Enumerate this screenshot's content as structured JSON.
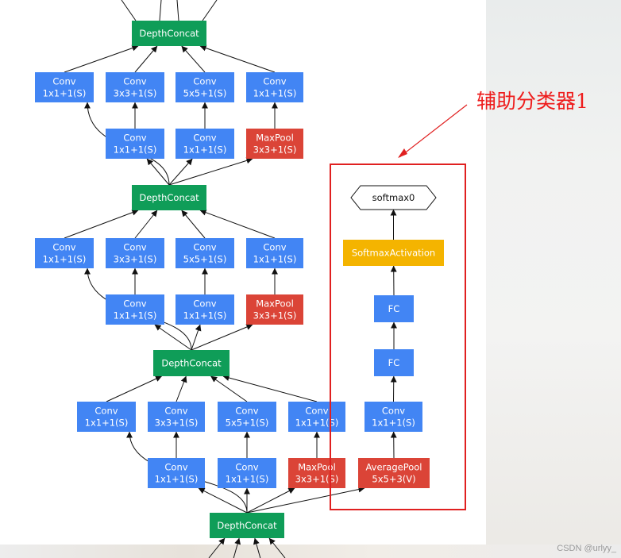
{
  "colors": {
    "conv": "#4285f4",
    "concat": "#0f9d58",
    "pool": "#db4437",
    "activation": "#f4b400",
    "edge": "#111111",
    "annotation": "#ee1c1c"
  },
  "callout": "辅助分类器1",
  "watermark": "CSDN @urlyy_",
  "nodes": [
    {
      "name": "depthconcat-top",
      "type": "concat",
      "lines": [
        "DepthConcat"
      ],
      "icon": "rect"
    },
    {
      "name": "conv-a1",
      "type": "conv",
      "lines": [
        "Conv",
        "1x1+1(S)"
      ],
      "icon": "rect"
    },
    {
      "name": "conv-a2",
      "type": "conv",
      "lines": [
        "Conv",
        "3x3+1(S)"
      ],
      "icon": "rect"
    },
    {
      "name": "conv-a3",
      "type": "conv",
      "lines": [
        "Conv",
        "5x5+1(S)"
      ],
      "icon": "rect"
    },
    {
      "name": "conv-a4",
      "type": "conv",
      "lines": [
        "Conv",
        "1x1+1(S)"
      ],
      "icon": "rect"
    },
    {
      "name": "conv-a5",
      "type": "conv",
      "lines": [
        "Conv",
        "1x1+1(S)"
      ],
      "icon": "rect"
    },
    {
      "name": "conv-a6",
      "type": "conv",
      "lines": [
        "Conv",
        "1x1+1(S)"
      ],
      "icon": "rect"
    },
    {
      "name": "maxpool-a",
      "type": "pool",
      "lines": [
        "MaxPool",
        "3x3+1(S)"
      ],
      "icon": "rect"
    },
    {
      "name": "depthconcat-2",
      "type": "concat",
      "lines": [
        "DepthConcat"
      ],
      "icon": "rect"
    },
    {
      "name": "conv-b1",
      "type": "conv",
      "lines": [
        "Conv",
        "1x1+1(S)"
      ],
      "icon": "rect"
    },
    {
      "name": "conv-b2",
      "type": "conv",
      "lines": [
        "Conv",
        "3x3+1(S)"
      ],
      "icon": "rect"
    },
    {
      "name": "conv-b3",
      "type": "conv",
      "lines": [
        "Conv",
        "5x5+1(S)"
      ],
      "icon": "rect"
    },
    {
      "name": "conv-b4",
      "type": "conv",
      "lines": [
        "Conv",
        "1x1+1(S)"
      ],
      "icon": "rect"
    },
    {
      "name": "conv-b5",
      "type": "conv",
      "lines": [
        "Conv",
        "1x1+1(S)"
      ],
      "icon": "rect"
    },
    {
      "name": "conv-b6",
      "type": "conv",
      "lines": [
        "Conv",
        "1x1+1(S)"
      ],
      "icon": "rect"
    },
    {
      "name": "maxpool-b",
      "type": "pool",
      "lines": [
        "MaxPool",
        "3x3+1(S)"
      ],
      "icon": "rect"
    },
    {
      "name": "depthconcat-3",
      "type": "concat",
      "lines": [
        "DepthConcat"
      ],
      "icon": "rect"
    },
    {
      "name": "conv-c1",
      "type": "conv",
      "lines": [
        "Conv",
        "1x1+1(S)"
      ],
      "icon": "rect"
    },
    {
      "name": "conv-c2",
      "type": "conv",
      "lines": [
        "Conv",
        "3x3+1(S)"
      ],
      "icon": "rect"
    },
    {
      "name": "conv-c3",
      "type": "conv",
      "lines": [
        "Conv",
        "5x5+1(S)"
      ],
      "icon": "rect"
    },
    {
      "name": "conv-c4",
      "type": "conv",
      "lines": [
        "Conv",
        "1x1+1(S)"
      ],
      "icon": "rect"
    },
    {
      "name": "conv-c5",
      "type": "conv",
      "lines": [
        "Conv",
        "1x1+1(S)"
      ],
      "icon": "rect"
    },
    {
      "name": "conv-c6",
      "type": "conv",
      "lines": [
        "Conv",
        "1x1+1(S)"
      ],
      "icon": "rect"
    },
    {
      "name": "maxpool-c",
      "type": "pool",
      "lines": [
        "MaxPool",
        "3x3+1(S)"
      ],
      "icon": "rect"
    },
    {
      "name": "depthconcat-bottom",
      "type": "concat",
      "lines": [
        "DepthConcat"
      ],
      "icon": "rect"
    },
    {
      "name": "softmax0",
      "type": "output",
      "lines": [
        "softmax0"
      ],
      "icon": "octagon"
    },
    {
      "name": "softmax-activation",
      "type": "activation",
      "lines": [
        "SoftmaxActivation"
      ],
      "icon": "rect"
    },
    {
      "name": "fc-1",
      "type": "conv",
      "lines": [
        "FC"
      ],
      "icon": "rect"
    },
    {
      "name": "fc-2",
      "type": "conv",
      "lines": [
        "FC"
      ],
      "icon": "rect"
    },
    {
      "name": "conv-aux",
      "type": "conv",
      "lines": [
        "Conv",
        "1x1+1(S)"
      ],
      "icon": "rect"
    },
    {
      "name": "averagepool-aux",
      "type": "pool",
      "lines": [
        "AveragePool",
        "5x5+3(V)"
      ],
      "icon": "rect"
    }
  ],
  "edges": [
    [
      "conv-a1",
      "depthconcat-top"
    ],
    [
      "conv-a2",
      "depthconcat-top"
    ],
    [
      "conv-a3",
      "depthconcat-top"
    ],
    [
      "conv-a4",
      "depthconcat-top"
    ],
    [
      "conv-a5",
      "conv-a2"
    ],
    [
      "conv-a6",
      "conv-a3"
    ],
    [
      "maxpool-a",
      "conv-a4"
    ],
    [
      "depthconcat-2",
      "conv-a1"
    ],
    [
      "depthconcat-2",
      "conv-a5"
    ],
    [
      "depthconcat-2",
      "conv-a6"
    ],
    [
      "depthconcat-2",
      "maxpool-a"
    ],
    [
      "conv-b1",
      "depthconcat-2"
    ],
    [
      "conv-b2",
      "depthconcat-2"
    ],
    [
      "conv-b3",
      "depthconcat-2"
    ],
    [
      "conv-b4",
      "depthconcat-2"
    ],
    [
      "conv-b5",
      "conv-b2"
    ],
    [
      "conv-b6",
      "conv-b3"
    ],
    [
      "maxpool-b",
      "conv-b4"
    ],
    [
      "depthconcat-3",
      "conv-b1"
    ],
    [
      "depthconcat-3",
      "conv-b5"
    ],
    [
      "depthconcat-3",
      "conv-b6"
    ],
    [
      "depthconcat-3",
      "maxpool-b"
    ],
    [
      "conv-c1",
      "depthconcat-3"
    ],
    [
      "conv-c2",
      "depthconcat-3"
    ],
    [
      "conv-c3",
      "depthconcat-3"
    ],
    [
      "conv-c4",
      "depthconcat-3"
    ],
    [
      "conv-c5",
      "conv-c2"
    ],
    [
      "conv-c6",
      "conv-c3"
    ],
    [
      "maxpool-c",
      "conv-c4"
    ],
    [
      "depthconcat-bottom",
      "conv-c1"
    ],
    [
      "depthconcat-bottom",
      "conv-c5"
    ],
    [
      "depthconcat-bottom",
      "conv-c6"
    ],
    [
      "depthconcat-bottom",
      "maxpool-c"
    ],
    [
      "depthconcat-bottom",
      "averagepool-aux"
    ],
    [
      "averagepool-aux",
      "conv-aux"
    ],
    [
      "conv-aux",
      "fc-2"
    ],
    [
      "fc-2",
      "fc-1"
    ],
    [
      "fc-1",
      "softmax-activation"
    ],
    [
      "softmax-activation",
      "softmax0"
    ]
  ]
}
